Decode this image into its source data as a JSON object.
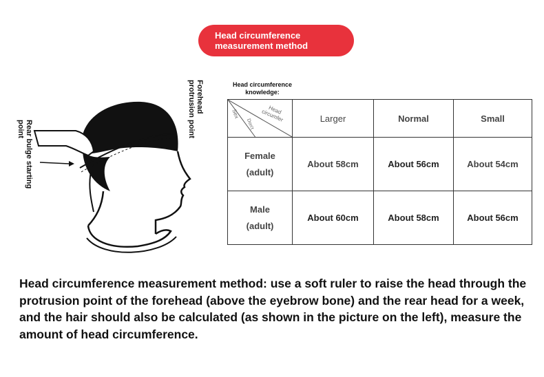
{
  "title_pill": {
    "line1": "Head circumference",
    "line2": "measurement method"
  },
  "illustration": {
    "forehead_label": [
      "Forehead",
      "protrusion point"
    ],
    "rear_label": [
      "Rear bulge starting",
      "point"
    ]
  },
  "table": {
    "caption": [
      "Head circumference",
      "knowledge:"
    ],
    "corner": {
      "top": "Head circumfer",
      "sex": "Sex",
      "dont": "Don't"
    },
    "columns": [
      "Larger",
      "Normal",
      "Small"
    ],
    "rows": [
      {
        "label": [
          "Female",
          "(adult)"
        ],
        "values": [
          "About 58cm",
          "About 56cm",
          "About 54cm"
        ]
      },
      {
        "label": [
          "Male",
          "(adult)"
        ],
        "values": [
          "About 60cm",
          "About 58cm",
          "About 56cm"
        ]
      }
    ]
  },
  "description": "Head circumference measurement method: use a soft ruler to raise the head through the protrusion point of the forehead (above the eyebrow bone) and the rear head for a week, and the hair should also be calculated (as shown in the picture on the left), measure the amount of head circumference.",
  "colors": {
    "pill": "#e8323c",
    "border": "#333333"
  }
}
